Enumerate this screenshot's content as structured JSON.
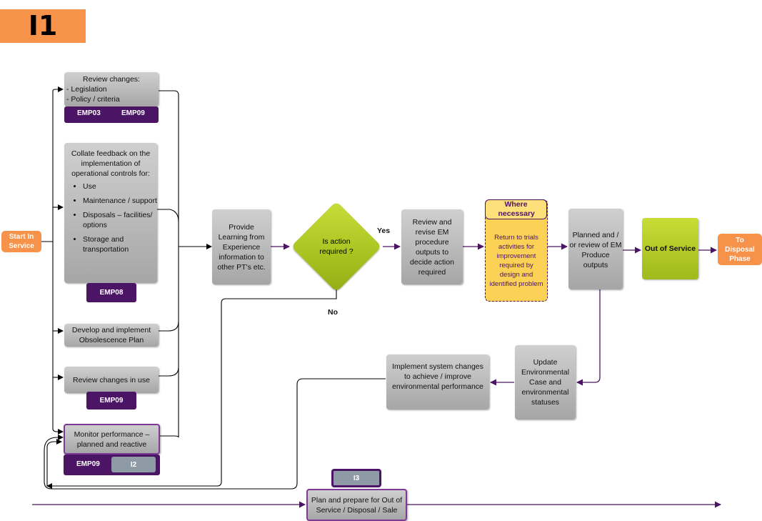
{
  "title": "I1",
  "start": "Start In Service",
  "boxes": {
    "review_changes_title": "Review changes:",
    "review_changes_items": [
      "- Legislation",
      "- Policy / criteria"
    ],
    "collate_intro": "Collate feedback on the implementation of operational controls for:",
    "collate_items": [
      "Use",
      "Maintenance / support",
      "Disposals – facilities/ options",
      "Storage and transportation"
    ],
    "develop_plan": "Develop and implement Obsolescence Plan",
    "review_in_use": "Review changes in use",
    "monitor": "Monitor performance – planned and reactive",
    "provide_learning": "Provide Learning from Experience information to other PT's etc.",
    "is_action": "Is action required ?",
    "review_revise": "Review and revise EM procedure outputs to decide action required",
    "where_necessary": "Where necessary",
    "return_trials": "Return to trials activities for improvement required by design and identified problem",
    "planned_review": "Planned and / or review of EM Produce outputs",
    "out_of_service": "Out of Service",
    "to_disposal": "To Disposal Phase",
    "update_env": "Update Environmental Case and environmental statuses",
    "implement_system": "Implement system changes to achieve / improve environmental performance",
    "plan_prepare": "Plan and prepare for Out of Service / Disposal / Sale"
  },
  "tags": {
    "emp03": "EMP03",
    "emp09_a": "EMP09",
    "emp08": "EMP08",
    "emp09_b": "EMP09",
    "emp09_c": "EMP09",
    "i2": "I2",
    "i3": "I3"
  },
  "labels": {
    "yes": "Yes",
    "no": "No"
  },
  "colors": {
    "purple": "#4b1465",
    "orange": "#f7924a",
    "green": "#9fba1c",
    "yellow": "#fbd255",
    "gray": "#b7b7b7"
  }
}
